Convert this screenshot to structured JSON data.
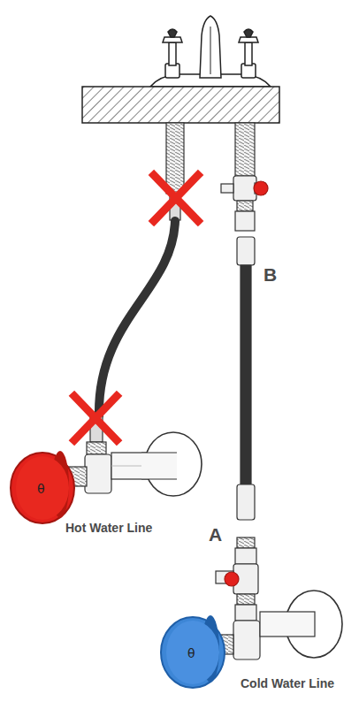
{
  "diagram": {
    "labels": [
      "B",
      "A",
      "Hot Water Line",
      "Cold Water Line"
    ]
  }
}
